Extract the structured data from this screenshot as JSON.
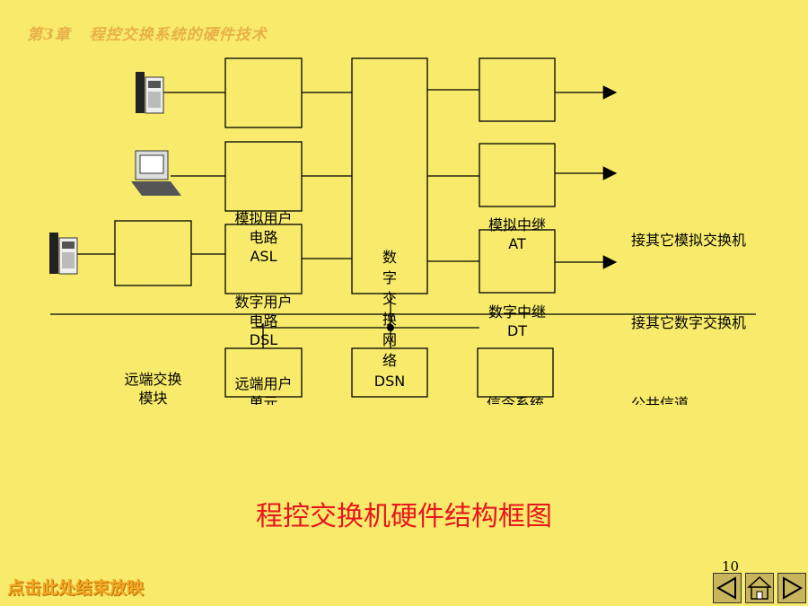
{
  "header": {
    "chapter": "第3章",
    "title": "程控交换系统的硬件技术"
  },
  "diagram": {
    "asl": {
      "line1": "模拟用户",
      "line2": "电路",
      "line3": "ASL"
    },
    "dsl": {
      "line1": "数字用户",
      "line2": "电路",
      "line3": "DSL"
    },
    "remote_user": {
      "line1": "远端用户",
      "line2": "单元"
    },
    "remote_module": {
      "line1": "远端交换",
      "line2": "模块"
    },
    "dsn": {
      "line1": "数",
      "line2": "字",
      "line3": "交",
      "line4": "换",
      "line5": "网",
      "line6": "络",
      "line7": "DSN"
    },
    "at": {
      "line1": "模拟中继",
      "line2": "AT"
    },
    "dt": {
      "line1": "数字中继",
      "line2": "DT"
    },
    "signaling": {
      "line1": "信令系统"
    },
    "to_analog": "接其它模拟交换机",
    "to_digital": "接其它数字交换机",
    "to_public": "公共信道"
  },
  "caption": "程控交换机硬件结构框图",
  "page_number": "10",
  "end_show": "点击此处结束放映",
  "nav": {
    "prev_icon": "prev-arrow-icon",
    "home_icon": "home-icon",
    "next_icon": "next-arrow-icon"
  }
}
